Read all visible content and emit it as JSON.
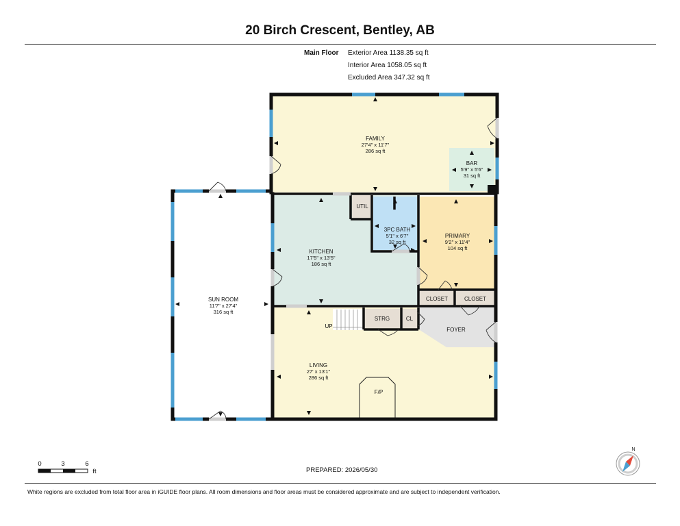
{
  "title": "20 Birch Crescent, Bentley, AB",
  "floor": {
    "name": "Main Floor",
    "exterior_area": "Exterior Area 1138.35 sq ft",
    "interior_area": "Interior Area 1058.05 sq ft",
    "excluded_area": "Excluded Area 347.32 sq ft"
  },
  "rooms": {
    "family": {
      "name": "FAMILY",
      "dims": "27'4\" x 11'7\"",
      "area": "286 sq ft"
    },
    "bar": {
      "name": "BAR",
      "dims": "5'9\" x 5'6\"",
      "area": "31 sq ft"
    },
    "sunroom": {
      "name": "SUN ROOM",
      "dims": "11'7\" x 27'4\"",
      "area": "316 sq ft"
    },
    "kitchen": {
      "name": "KITCHEN",
      "dims": "17'5\" x 13'5\"",
      "area": "186 sq ft"
    },
    "bath": {
      "name": "3PC BATH",
      "dims": "5'1\" x 6'7\"",
      "area": "32 sq ft"
    },
    "primary": {
      "name": "PRIMARY",
      "dims": "9'2\" x 11'4\"",
      "area": "104 sq ft"
    },
    "living": {
      "name": "LIVING",
      "dims": "27' x 13'1\"",
      "area": "286 sq ft"
    },
    "util": "UTIL",
    "closet1": "CLOSET",
    "closet2": "CLOSET",
    "strg": "STRG",
    "cl": "CL",
    "foyer": "FOYER",
    "fp": "F/P",
    "up": "UP"
  },
  "scale": {
    "t0": "0",
    "t3": "3",
    "t6": "6",
    "unit": "ft"
  },
  "compass": {
    "north": "N"
  },
  "prepared": "PREPARED: 2026/05/30",
  "footer": "White regions are excluded from total floor area in iGUIDE floor plans. All room dimensions and floor areas must be considered approximate and are subject to independent verification.",
  "colors": {
    "wall": "#111111",
    "window": "#4b9fd0",
    "family": "#fbf6d6",
    "bar": "#dcefe3",
    "kitchen": "#dcebe6",
    "bath": "#bfe0f5",
    "primary": "#fbe7b4",
    "living": "#fbf6d6",
    "service": "#e6ded4",
    "foyer": "#e3e3e3"
  }
}
